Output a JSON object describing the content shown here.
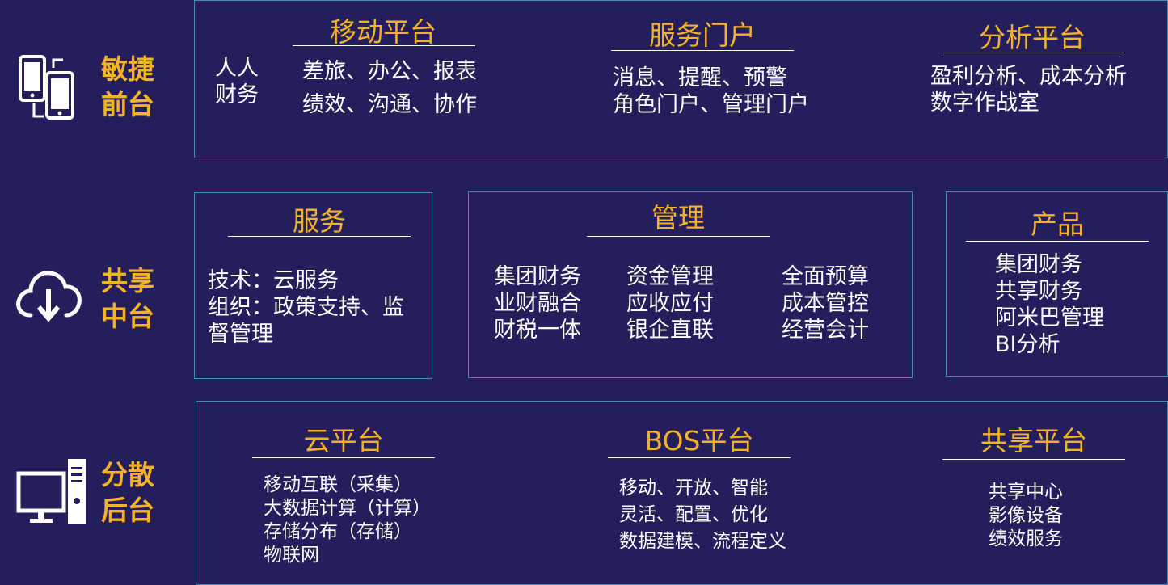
{
  "tiers": {
    "front": {
      "line1": "敏捷",
      "line2": "前台"
    },
    "middle": {
      "line1": "共享",
      "line2": "中台"
    },
    "back": {
      "line1": "分散",
      "line2": "后台"
    }
  },
  "front": {
    "mobile": {
      "title": "移动平台",
      "left": [
        "人人",
        "财务"
      ],
      "items": [
        "差旅、办公、报表",
        "绩效、沟通、协作"
      ]
    },
    "portal": {
      "title": "服务门户",
      "items": [
        "消息、提醒、预警",
        "角色门户、管理门户"
      ]
    },
    "analysis": {
      "title": "分析平台",
      "items": [
        "盈利分析、成本分析",
        "数字作战室"
      ]
    }
  },
  "middle": {
    "service": {
      "title": "服务",
      "items": [
        "技术：云服务",
        "组织：政策支持、监",
        "督管理"
      ]
    },
    "management": {
      "title": "管理",
      "col1": [
        "集团财务",
        "业财融合",
        "财税一体"
      ],
      "col2": [
        "资金管理",
        "应收应付",
        "银企直联"
      ],
      "col3": [
        "全面预算",
        "成本管控",
        "经营会计"
      ]
    },
    "product": {
      "title": "产品",
      "items": [
        "集团财务",
        "共享财务",
        "阿米巴管理",
        "BI分析"
      ]
    }
  },
  "back": {
    "cloud": {
      "title": "云平台",
      "items": [
        "移动互联（采集）",
        "大数据计算（计算）",
        "存储分布（存储）",
        "物联网"
      ]
    },
    "bos": {
      "title": "BOS平台",
      "items": [
        "移动、开放、智能",
        "灵活、配置、优化",
        "数据建模、流程定义"
      ]
    },
    "shared": {
      "title": "共享平台",
      "items": [
        "共享中心",
        "影像设备",
        "绩效服务"
      ]
    }
  },
  "colors": {
    "background": "#241e5c",
    "accent": "#f5b324",
    "border": "#3f8fb3",
    "text": "#ffffff"
  },
  "icons": {
    "front": "mobile-phones-icon",
    "middle": "cloud-download-icon",
    "back": "desktop-computer-icon"
  }
}
